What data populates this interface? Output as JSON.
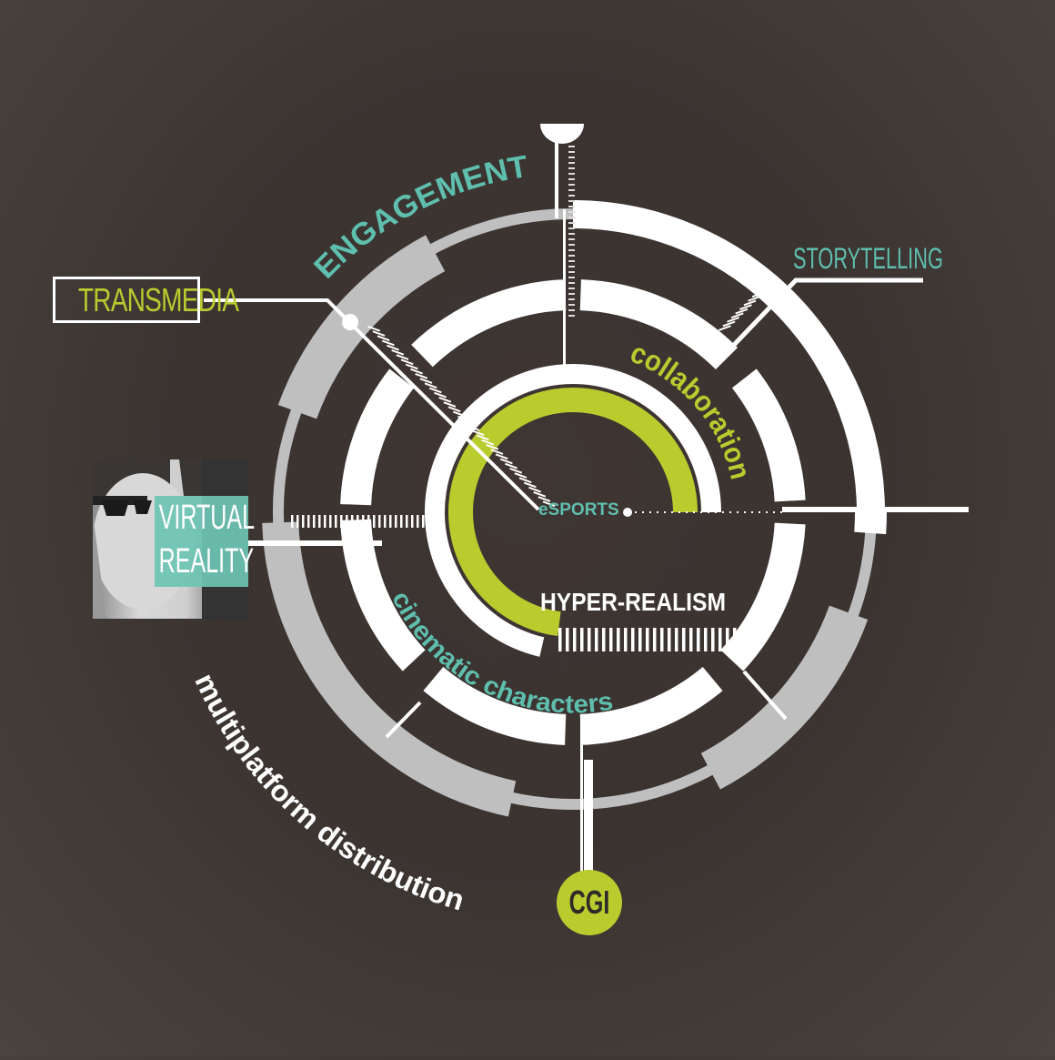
{
  "colors": {
    "teal": "#5fbfae",
    "green": "#b9cc2e",
    "white": "#ffffff",
    "gray": "#bfbfbf",
    "background": "#3d3532"
  },
  "labels": {
    "engagement": "ENGAGEMENT",
    "storytelling": "STORYTELLING",
    "transmedia": "TRANSMEDIA",
    "collaboration": "collaboration",
    "virtual": "VIRTUAL",
    "reality": "REALITY",
    "esports": "eSPORTS",
    "hyper_realism": "HYPER-REALISM",
    "cinematic_characters": "cinematic characters",
    "multiplatform_distribution": "multiplatform distribution",
    "cgi": "CGI"
  },
  "images": {
    "vr_photo": "woman-wearing-vr-glasses-photo"
  }
}
